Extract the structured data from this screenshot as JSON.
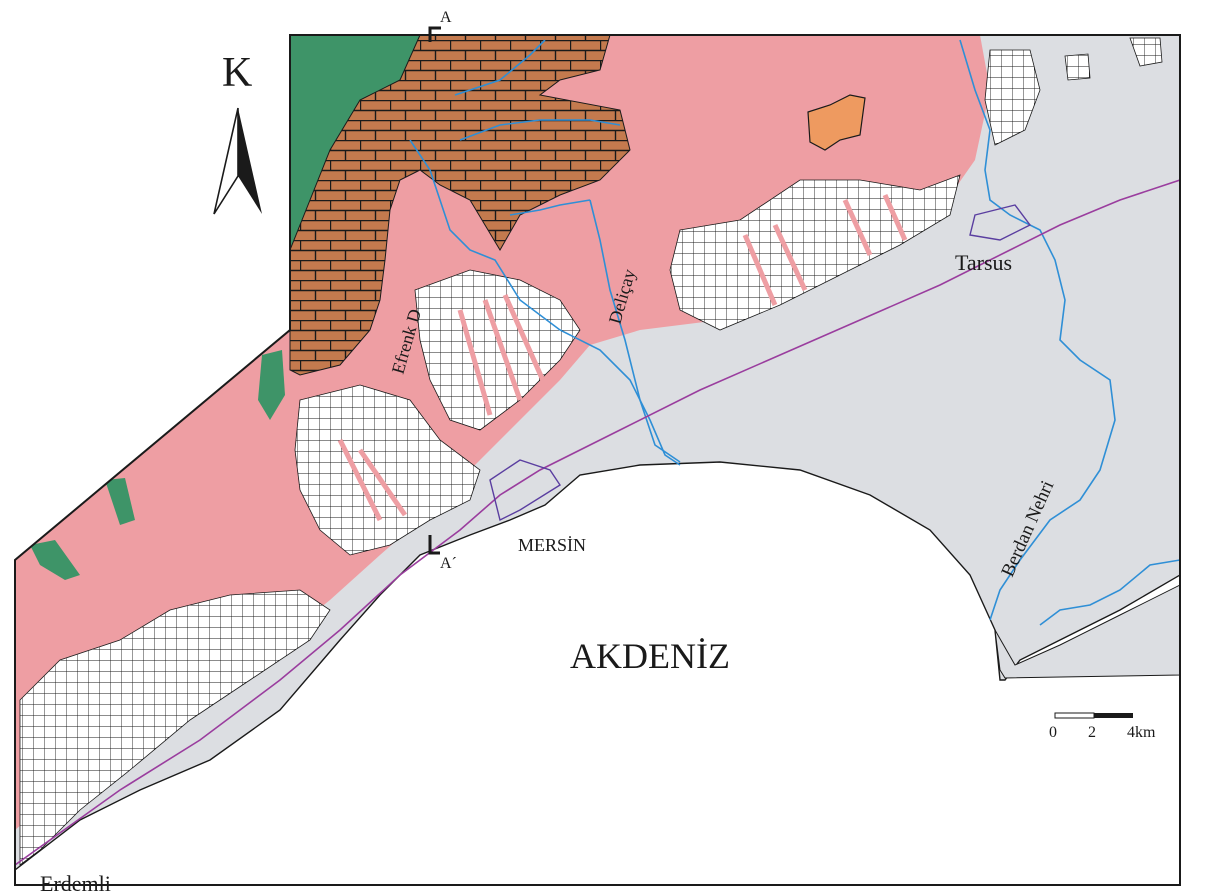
{
  "north_arrow": {
    "letter": "K",
    "icon": "north-arrow-icon"
  },
  "section_line": {
    "start": "A",
    "end": "A´"
  },
  "labels": {
    "sea": "AKDENİZ",
    "city_mersin": "MERSİN",
    "city_tarsus": "Tarsus",
    "town_erdemli": "Erdemli",
    "river_efrenk": "Efrenk D",
    "river_delicay": "Deliçay",
    "river_berdan": "Berdan Nehri"
  },
  "scale_bar": {
    "ticks": [
      "0",
      "2",
      "4km"
    ]
  },
  "colors": {
    "alluvium": "#dcdee2",
    "pink_unit": "#ee9ea3",
    "green_unit": "#3e9468",
    "limestone": "#c47a4e",
    "orange_unit": "#ee9a60",
    "sea": "#ffffff",
    "rivers": "#2f8fd6",
    "road": "#9a3d9e",
    "outline": "#1a1a1a"
  }
}
